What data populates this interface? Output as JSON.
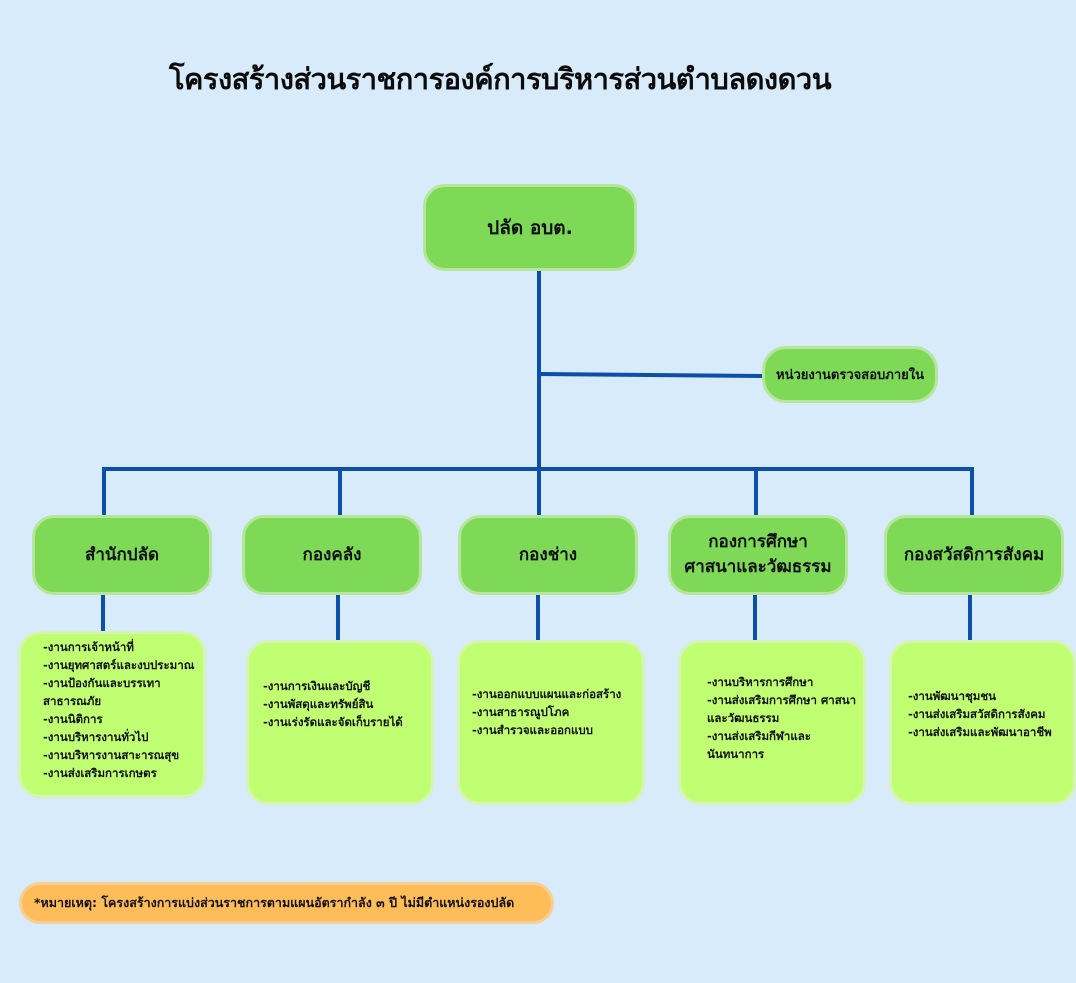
{
  "title": "โครงสร้างส่วนราชการองค์การบริหารส่วนตำบลดงดวน",
  "top": {
    "label": "ปลัด อบต."
  },
  "audit": {
    "label": "หน่วยงานตรวจสอบภายใน"
  },
  "departments": [
    {
      "name": "สำนักปลัด",
      "items": [
        "-งานการเจ้าหน้าที่",
        "-งานยุทศาสตร์และงบประมาณ",
        "-งานป้องกันและบรรเทา",
        "สาธารณภัย",
        "-งานนิติการ",
        "-งานบริหารงานทั่วไป",
        "-งานบริหารงานสาะารณสุข",
        "-งานส่งเสริมการเกษตร"
      ]
    },
    {
      "name": "กองคลัง",
      "items": [
        "-งานการเงินและบัญชี",
        "-งานพัสดุและทรัพย์สิน",
        "-งานเร่งรัดและจัดเก็บรายได้"
      ]
    },
    {
      "name": "กองช่าง",
      "items": [
        "-งานออกแบบแผนและก่อสร้าง",
        "-งานสาธารณูปโภค",
        "-งานสำรวจและออกแบบ"
      ]
    },
    {
      "name_line1": "กองการศึกษา",
      "name_line2": "ศาสนาและวัฒธรรม",
      "items": [
        "-งานบริหารการศึกษา",
        "-งานส่งเสริมการศึกษา ศาสนา",
        "และวัฒนธรรม",
        "-งานส่งเสริมกีฬาและ",
        "นันทนาการ"
      ]
    },
    {
      "name": "กองสวัสดิการสังคม",
      "items": [
        "-งานพัฒนาชุมชน",
        "-งานส่งเสริมสวัสดิการสังคม",
        "-งานส่งเสริมและพัฒนาอาชีพ"
      ]
    }
  ],
  "note": "*หมายเหตุ: โครงสร้างการแบ่งส่วนราชการตามแผนอัตรากำลัง ๓ ปี  ไม่มีตำแหน่งรองปลัด",
  "colors": {
    "background": "#d7ebfb",
    "connector": "#0b4fa8",
    "department_box": "#7ed957",
    "section_box": "#c1ff72",
    "note_box": "#ffbd59"
  }
}
